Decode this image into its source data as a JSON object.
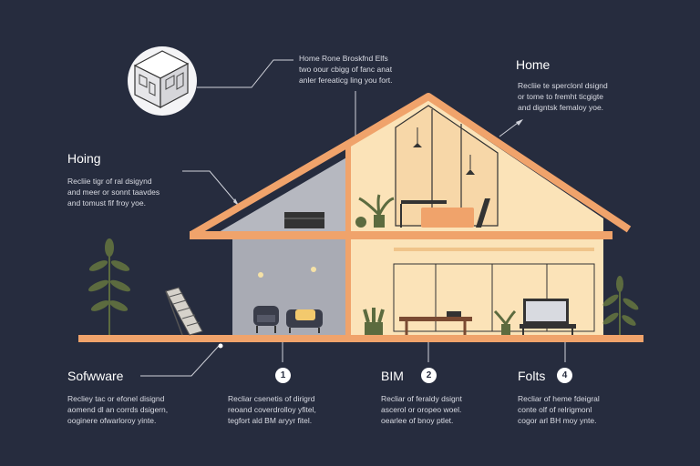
{
  "colors": {
    "background": "#262c3e",
    "roof": "#f0a36b",
    "wall_warm": "#fbe3b8",
    "wall_gray": "#b6b8c0",
    "floor": "#f0a36b",
    "plant": "#5c6b3f"
  },
  "callouts": {
    "top": {
      "lines": [
        "Home Rone Broskfnd Elfs",
        "two oour cbigg of fanc anat",
        "anler fereaticg ling you fort."
      ]
    },
    "home": {
      "title": "Home",
      "lines": [
        "Recliie te sperclonl dsignd",
        "or tome to fremht ticgigte",
        "and digntsk femaloy yoe."
      ]
    },
    "hoing": {
      "title": "Hoing",
      "lines": [
        "Recliie tigr of ral dsigynd",
        "and meer or sonnt taavdes",
        "and tomust fif froy yoe."
      ]
    }
  },
  "bottom": [
    {
      "title": "Sofwware",
      "number": "",
      "lines": [
        "Recliey tac or efonel disignd",
        "aomend dl an corrds dsigern,",
        "ooginere ofwarloroy yinte."
      ]
    },
    {
      "title": "",
      "number": "1",
      "lines": [
        "Recliar csenetis of dirigrd",
        "reoand coverdrolloy yfitel,",
        "tegfort ald BM aryyr fitel."
      ]
    },
    {
      "title": "BIM",
      "number": "2",
      "lines": [
        "Recliar of feraldy dsignt",
        "ascerol or oropeo woel.",
        "oearlee of bnoy ptlet."
      ]
    },
    {
      "title": "Folts",
      "number": "4",
      "lines": [
        "Recliar of heme fdeigral",
        "conte olf of relrigmonl",
        "cogor arl BH moy ynte."
      ]
    }
  ],
  "icons": [
    "house-cube-icon",
    "plant-icon",
    "staircase-icon",
    "armchair-icon",
    "lamp-icon",
    "desk-icon",
    "sofa-icon",
    "coffee-table-icon",
    "tv-icon",
    "radiator-icon"
  ]
}
